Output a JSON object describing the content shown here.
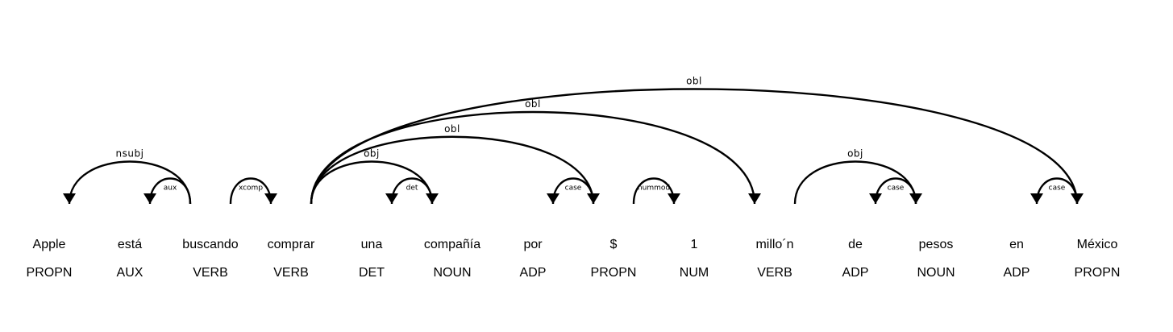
{
  "tokens": [
    {
      "word": "Apple",
      "tag": "PROPN"
    },
    {
      "word": "está",
      "tag": "AUX"
    },
    {
      "word": "buscando",
      "tag": "VERB"
    },
    {
      "word": "comprar",
      "tag": "VERB"
    },
    {
      "word": "una",
      "tag": "DET"
    },
    {
      "word": "compañía",
      "tag": "NOUN"
    },
    {
      "word": "por",
      "tag": "ADP"
    },
    {
      "word": "$",
      "tag": "PROPN"
    },
    {
      "word": "1",
      "tag": "NUM"
    },
    {
      "word": "millo´n",
      "tag": "VERB"
    },
    {
      "word": "de",
      "tag": "ADP"
    },
    {
      "word": "pesos",
      "tag": "NOUN"
    },
    {
      "word": "en",
      "tag": "ADP"
    },
    {
      "word": "México",
      "tag": "PROPN"
    }
  ],
  "arcs": [
    {
      "head": 2,
      "dep": 0,
      "label": "nsubj"
    },
    {
      "head": 2,
      "dep": 1,
      "label": "aux"
    },
    {
      "head": 2,
      "dep": 3,
      "label": "xcomp"
    },
    {
      "head": 3,
      "dep": 5,
      "label": "obj"
    },
    {
      "head": 5,
      "dep": 4,
      "label": "det"
    },
    {
      "head": 3,
      "dep": 7,
      "label": "obl"
    },
    {
      "head": 7,
      "dep": 6,
      "label": "case"
    },
    {
      "head": 7,
      "dep": 8,
      "label": "nummod"
    },
    {
      "head": 3,
      "dep": 9,
      "label": "obl"
    },
    {
      "head": 9,
      "dep": 11,
      "label": "obj"
    },
    {
      "head": 11,
      "dep": 10,
      "label": "case"
    },
    {
      "head": 3,
      "dep": 13,
      "label": "obl"
    },
    {
      "head": 13,
      "dep": 12,
      "label": "case"
    }
  ]
}
